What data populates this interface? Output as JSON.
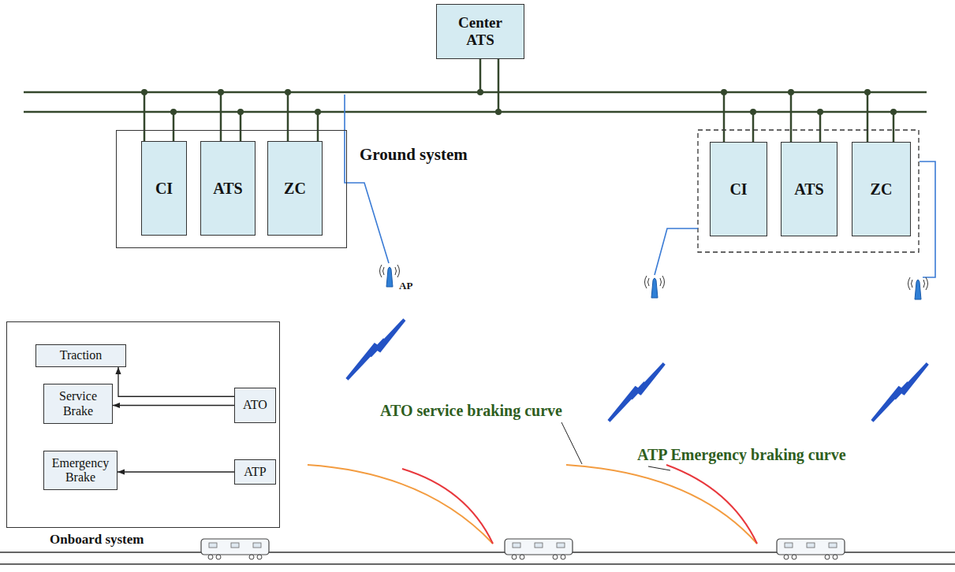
{
  "diagram": {
    "nodes": [
      {
        "text": [
          "Center ATS"
        ]
      },
      {
        "text": [
          "Ground system"
        ]
      },
      {
        "text": [
          "CI"
        ],
        "in": 1
      },
      {
        "text": [
          "ATS"
        ],
        "in": 1
      },
      {
        "text": [
          "ZC"
        ],
        "in": 1
      },
      {
        "text": [
          "CI"
        ]
      },
      {
        "text": [
          "ATS"
        ]
      },
      {
        "text": [
          "ZC"
        ]
      },
      {
        "text": [
          "Onboard system"
        ]
      },
      {
        "text": [
          "Traction"
        ],
        "in": 8
      },
      {
        "text": [
          "Service Brake"
        ],
        "in": 8
      },
      {
        "text": [
          "ATO"
        ],
        "in": 8
      },
      {
        "text": [
          "Emergency Brake"
        ],
        "in": 8
      },
      {
        "text": [
          "ATP"
        ],
        "in": 8
      }
    ],
    "edges": [
      {
        "from": 11,
        "to": 9,
        "arrow": "to"
      },
      {
        "from": 11,
        "to": 10,
        "arrow": "to"
      },
      {
        "from": 13,
        "to": 12,
        "arrow": "to"
      }
    ],
    "labels": [
      "AP",
      "ATO service braking curve",
      "ATP Emergency braking curve"
    ]
  }
}
